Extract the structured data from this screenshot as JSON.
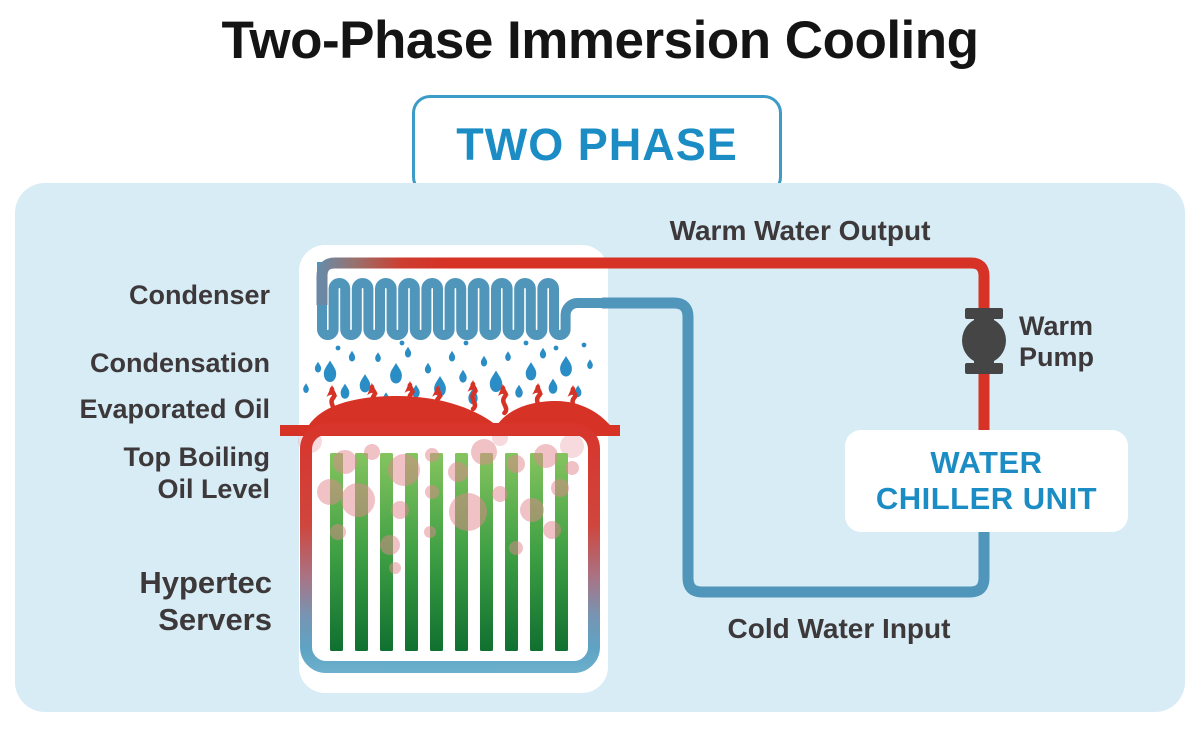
{
  "title": "Two-Phase Immersion Cooling",
  "badge": {
    "label": "TWO PHASE"
  },
  "tank": {
    "labels": {
      "condenser": "Condenser",
      "condensation": "Condensation",
      "evaporated_oil": "Evaporated Oil",
      "top_boiling_1": "Top Boiling",
      "top_boiling_2": "Oil Level",
      "servers_1": "Hypertec",
      "servers_2": "Servers"
    }
  },
  "loop": {
    "warm_water_output": "Warm Water Output",
    "warm_pump_1": "Warm",
    "warm_pump_2": "Pump",
    "chiller_1": "WATER",
    "chiller_2": "CHILLER UNIT",
    "cold_water_input": "Cold Water Input"
  },
  "colors": {
    "panel_bg": "#d8ecf6",
    "accent_blue_text": "#1b8dc4",
    "label_text": "#3d393b",
    "pipe_warm_red": "#d63226",
    "pipe_cold_blue": "#5095ba",
    "pipe_inlet_slate": "#6b89a4",
    "droplet_blue": "#2a8dc6",
    "server_green_top": "#85c45f",
    "server_green_bottom": "#107030",
    "bubble_pink": "#e2868d",
    "pump_gray": "#454545",
    "title_black": "#141414"
  }
}
